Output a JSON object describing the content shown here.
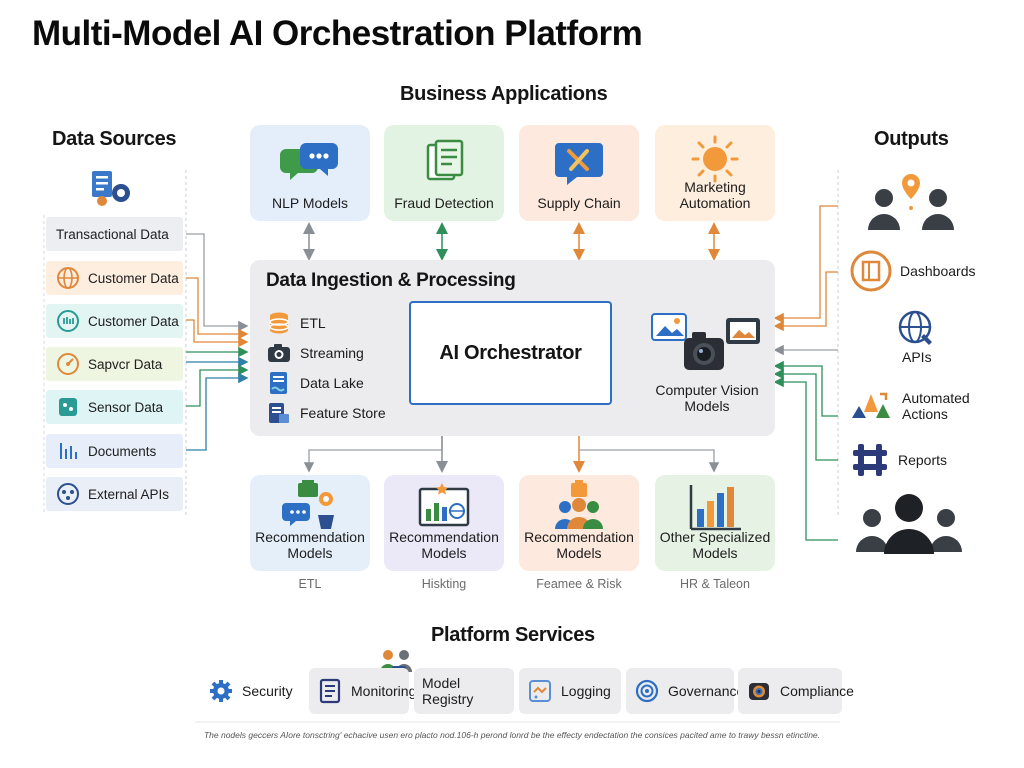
{
  "title": "Multi-Model AI Orchestration Platform",
  "sections": {
    "business": "Business Applications",
    "sources": "Data Sources",
    "outputs": "Outputs",
    "processing": "Data Ingestion & Processing",
    "services": "Platform Services"
  },
  "business_apps": [
    {
      "label": "NLP Models",
      "icon": "chat-bubbles-icon",
      "color": "#e4eefb"
    },
    {
      "label": "Fraud Detection",
      "icon": "document-icon",
      "color": "#e3f3e3"
    },
    {
      "label": "Supply Chain",
      "icon": "tools-icon",
      "color": "#fde9dd"
    },
    {
      "label": "Marketing Automation",
      "icon": "sun-icon",
      "color": "#fdeede"
    }
  ],
  "data_sources": [
    {
      "label": "Transactional Data",
      "icon": "",
      "color": "#eceef1"
    },
    {
      "label": "Customer Data",
      "icon": "globe-icon",
      "color": "#fdeee0"
    },
    {
      "label": "Customer Data",
      "icon": "signal-icon",
      "color": "#e3f5f3"
    },
    {
      "label": "Sapvcr Data",
      "icon": "gauge-icon",
      "color": "#eef6e2"
    },
    {
      "label": "Sensor Data",
      "icon": "sensor-icon",
      "color": "#dff4f4"
    },
    {
      "label": "Documents",
      "icon": "chart-icon",
      "color": "#e7eef9"
    },
    {
      "label": "External APIs",
      "icon": "network-icon",
      "color": "#eaeef6"
    }
  ],
  "processing_items": [
    {
      "label": "ETL",
      "icon": "database-icon"
    },
    {
      "label": "Streaming",
      "icon": "camera-icon"
    },
    {
      "label": "Data Lake",
      "icon": "lake-icon"
    },
    {
      "label": "Feature Store",
      "icon": "store-icon"
    }
  ],
  "orchestrator": "AI Orchestrator",
  "computer_vision": "Computer Vision Models",
  "model_cards": [
    {
      "label": "Recommendation Models",
      "caption": "ETL",
      "icon": "recommend-icon",
      "color": "#e5effa"
    },
    {
      "label": "Recommendation Models",
      "caption": "Hiskting",
      "icon": "bar-chart-icon",
      "color": "#ebe8f7"
    },
    {
      "label": "Recommendation Models",
      "caption": "Feamee & Risk",
      "icon": "people-icon",
      "color": "#fde9dd"
    },
    {
      "label": "Other Specialized Models",
      "caption": "HR & Taleon",
      "icon": "column-chart-icon",
      "color": "#e6f3e4"
    }
  ],
  "outputs": [
    {
      "label": "Dashboards",
      "icon": "dashboard-icon"
    },
    {
      "label": "APIs",
      "icon": "api-globe-icon"
    },
    {
      "label": "Automated Actions",
      "icon": "actions-icon"
    },
    {
      "label": "Reports",
      "icon": "reports-icon"
    }
  ],
  "services": [
    {
      "label": "Security",
      "icon": "gear-icon"
    },
    {
      "label": "Monitoring",
      "icon": "monitor-icon"
    },
    {
      "label": "Model Registry",
      "icon": ""
    },
    {
      "label": "Logging",
      "icon": "logging-icon"
    },
    {
      "label": "Governance",
      "icon": "governance-icon"
    },
    {
      "label": "Compliance",
      "icon": "compliance-icon"
    }
  ],
  "footer": "The nodels geccers AIore tonsctring' echacive usen ero placto nod.106-h perond lonrd be the effecty endectation the consices pacited ame to trawy bessn etinctine."
}
